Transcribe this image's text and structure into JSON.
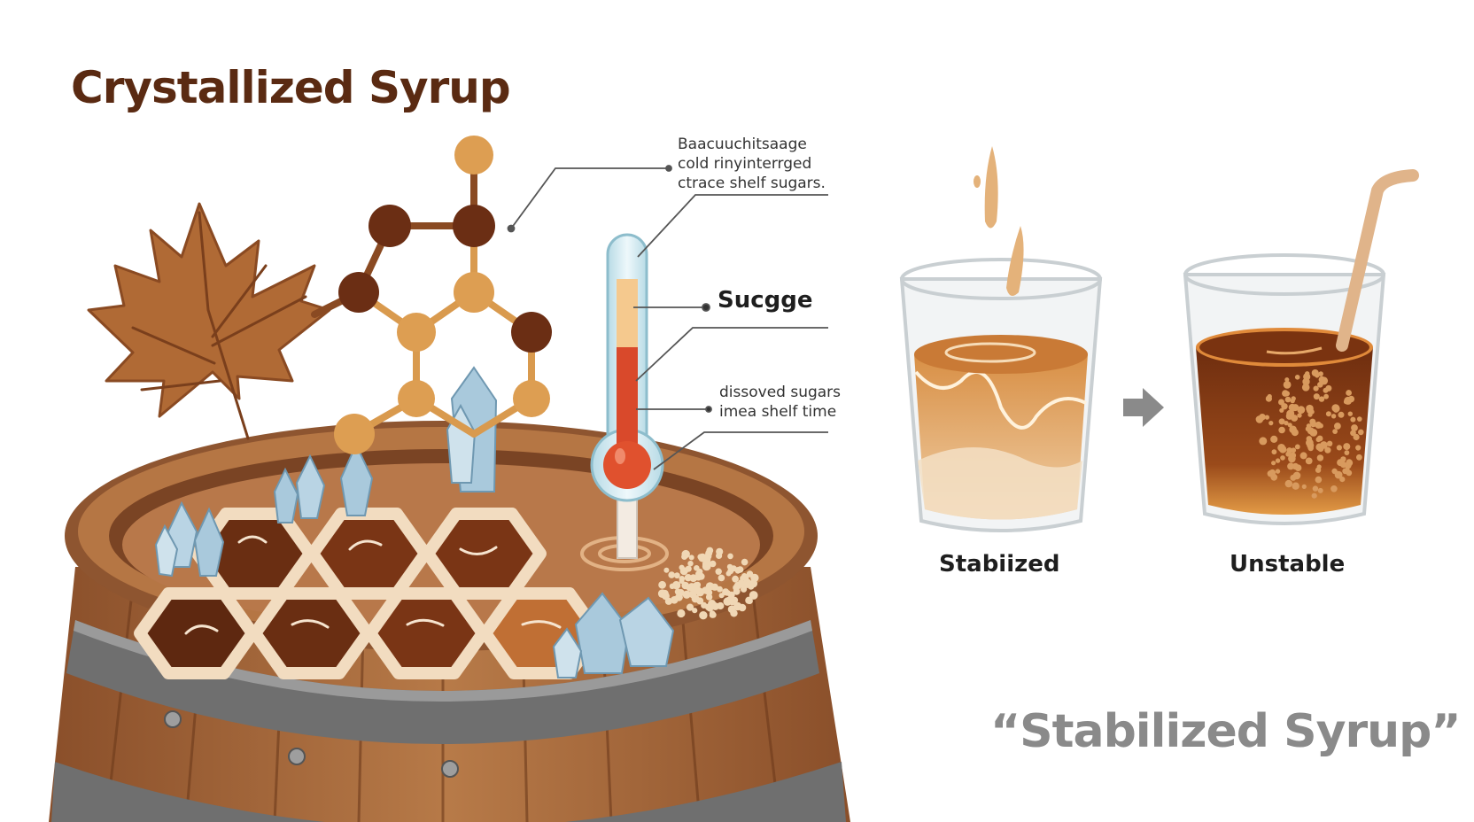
{
  "title": "Crystallized Syrup",
  "annotations": {
    "top_note": [
      "Baacuuchitsaage",
      "cold rinyinterrged",
      "ctrace shelf sugars."
    ],
    "thermo_label": "Sucgge",
    "lower_note": [
      "dissoved sugars",
      "imea shelf time"
    ]
  },
  "cups": {
    "left_label": "Stabiized",
    "right_label": "Unstable"
  },
  "quote": "“Stabilized Syrup”",
  "colors": {
    "title": "#5a2a12",
    "wood": "#a8693c",
    "hoop": "#6b6b6b",
    "syrup_dark": "#6a2e12",
    "syrup_light": "#e2a766",
    "crystal": "#a9c9dc",
    "molecule_dark": "#6b2e14",
    "molecule_light": "#d99a4e"
  },
  "icons": [
    "maple-leaf-icon",
    "molecule-icon",
    "thermometer-icon",
    "crystal-icon",
    "barrel-icon",
    "glass-cup-icon",
    "arrow-right-icon",
    "straw-icon"
  ]
}
